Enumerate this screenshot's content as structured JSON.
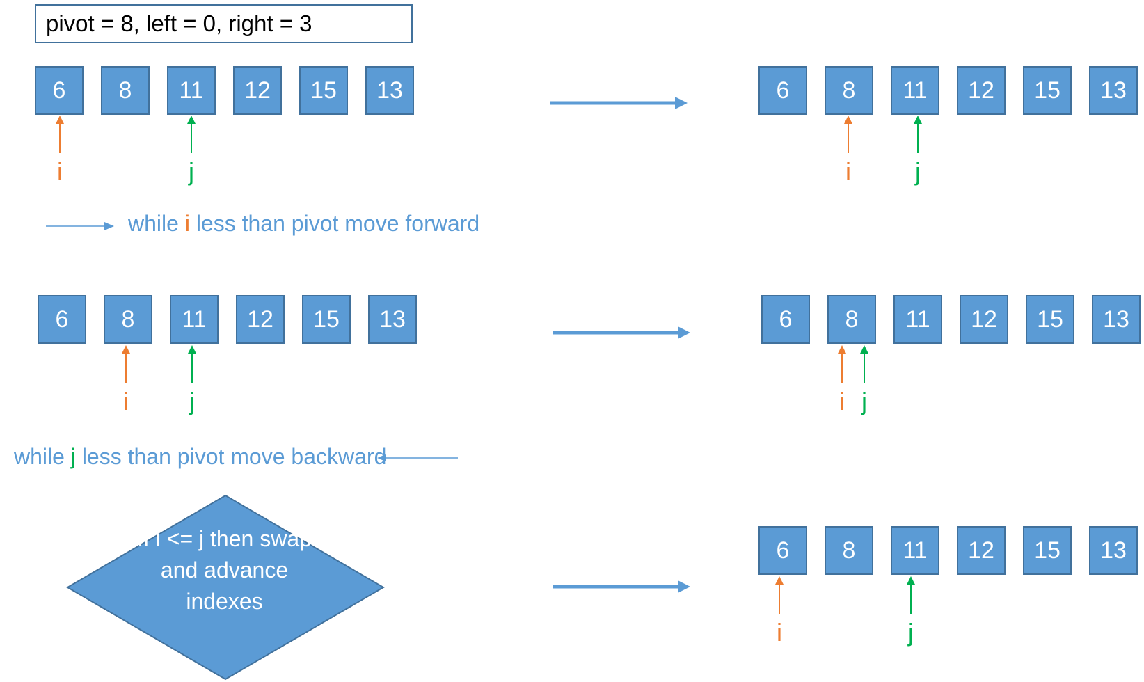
{
  "header": {
    "text": "pivot = 8, left = 0, right = 3"
  },
  "arrays": {
    "top_left": {
      "values": [
        "6",
        "8",
        "11",
        "12",
        "15",
        "13"
      ]
    },
    "top_right": {
      "values": [
        "6",
        "8",
        "11",
        "12",
        "15",
        "13"
      ]
    },
    "middle_left": {
      "values": [
        "6",
        "8",
        "11",
        "12",
        "15",
        "13"
      ]
    },
    "middle_right": {
      "values": [
        "6",
        "8",
        "11",
        "12",
        "15",
        "13"
      ]
    },
    "bottom_right": {
      "values": [
        "6",
        "8",
        "11",
        "12",
        "15",
        "13"
      ]
    }
  },
  "pointers": {
    "i_label": "i",
    "j_label": "j"
  },
  "captions": {
    "forward": {
      "prefix": "while ",
      "var": "i",
      "suffix": " less than pivot move forward"
    },
    "backward": {
      "prefix": "while ",
      "var": "j",
      "suffix": " less than pivot move backward"
    }
  },
  "decision": {
    "text": "If i <= j then swap and advance indexes"
  },
  "colors": {
    "cell_fill": "#5b9bd5",
    "cell_border": "#41719c",
    "pointer_i": "#ed7d31",
    "pointer_j": "#00b050",
    "arrow": "#5b9bd5"
  }
}
